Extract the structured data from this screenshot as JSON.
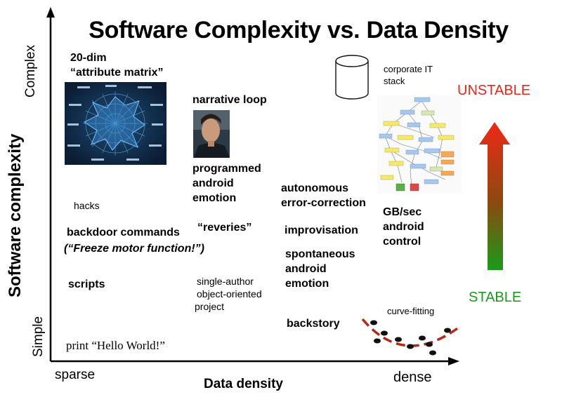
{
  "title": "Software Complexity vs. Data Density",
  "axes": {
    "y_label": "Software complexity",
    "y_high": "Complex",
    "y_low": "Simple",
    "x_label": "Data density",
    "x_low": "sparse",
    "x_high": "dense"
  },
  "stability": {
    "high": "UNSTABLE",
    "low": "STABLE",
    "high_color": "#e8261a",
    "low_color": "#1c9a1c"
  },
  "items": {
    "attribute_matrix_1": "20-dim",
    "attribute_matrix_2": "“attribute matrix”",
    "narrative_loop": "narrative loop",
    "programmed_emotion_1": "programmed",
    "programmed_emotion_2": "android",
    "programmed_emotion_3": "emotion",
    "corporate_it_1": "corporate IT",
    "corporate_it_2": "stack",
    "autonomous_1": "autonomous",
    "autonomous_2": "error-correction",
    "gb_sec_1": "GB/sec",
    "gb_sec_2": "android",
    "gb_sec_3": "control",
    "hacks": "hacks",
    "backdoor": "backdoor commands",
    "freeze": "(“Freeze motor function!”)",
    "reveries": "“reveries”",
    "improvisation": "improvisation",
    "spontaneous_1": "spontaneous",
    "spontaneous_2": "android",
    "spontaneous_3": "emotion",
    "scripts": "scripts",
    "single_author_1": "single-author",
    "single_author_2": "object-oriented",
    "single_author_3": "project",
    "backstory": "backstory",
    "curve_fitting": "curve-fitting",
    "hello_world": "print “Hello World!”"
  },
  "icons": [
    "radar-chart-icon",
    "portrait-icon",
    "database-cylinder-icon",
    "flowchart-icon",
    "stability-arrow-icon",
    "curve-fit-icon"
  ]
}
